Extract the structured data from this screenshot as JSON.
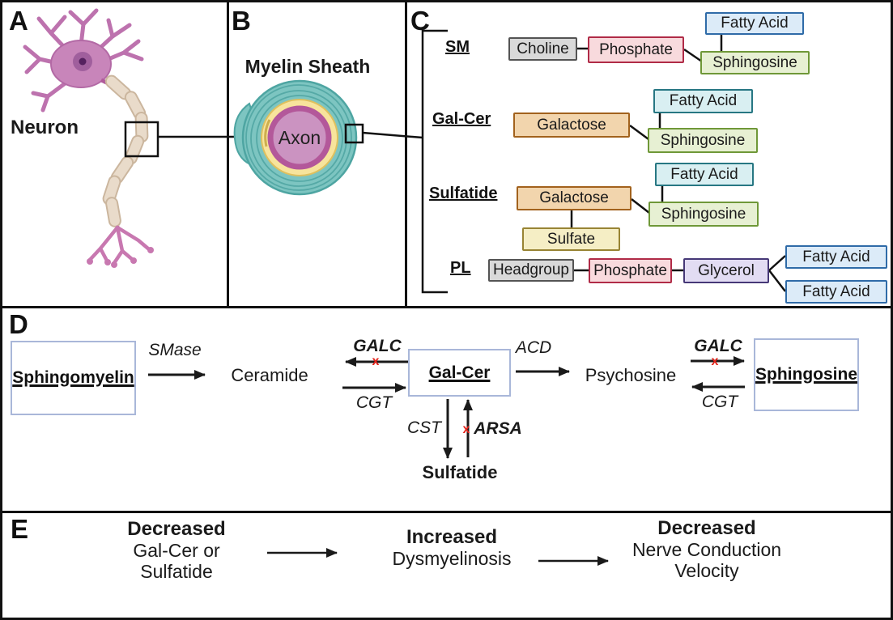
{
  "panel_a": {
    "label": "A",
    "caption": "Neuron"
  },
  "panel_b": {
    "label": "B",
    "title": "Myelin Sheath",
    "axon_label": "Axon"
  },
  "panel_c": {
    "label": "C",
    "groups": {
      "sm": "SM",
      "gal_cer": "Gal-Cer",
      "sulfatide": "Sulfatide",
      "pl": "PL"
    },
    "box_labels": {
      "choline": "Choline",
      "phosphate": "Phosphate",
      "fatty_acid": "Fatty Acid",
      "sphingosine": "Sphingosine",
      "galactose": "Galactose",
      "sulfate": "Sulfate",
      "headgroup": "Headgroup",
      "glycerol": "Glycerol"
    }
  },
  "panel_d": {
    "label": "D",
    "nodes": {
      "sphingomyelin": "Sphingomyelin",
      "ceramide": "Ceramide",
      "gal_cer": "Gal-Cer",
      "psychosine": "Psychosine",
      "sphingosine": "Sphingosine",
      "sulfatide": "Sulfatide"
    },
    "enzymes": {
      "smase": "SMase",
      "galc_left": "GALC",
      "cgt_left": "CGT",
      "acd": "ACD",
      "galc_right": "GALC",
      "cgt_right": "CGT",
      "cst": "CST",
      "arsa": "ARSA"
    },
    "blocked_marker": "x"
  },
  "panel_e": {
    "label": "E",
    "steps": [
      {
        "emphasis": "Decreased",
        "lines": [
          "Gal-Cer or",
          "Sulfatide"
        ]
      },
      {
        "emphasis": "Increased",
        "lines": [
          "Dysmyelinosis"
        ]
      },
      {
        "emphasis": "Decreased",
        "lines": [
          "Nerve Conduction",
          "Velocity"
        ]
      }
    ]
  },
  "colors": {
    "blocked_x_red": "#e2231a",
    "fatty_acid_blue_fill": "#dcebf8",
    "fatty_acid_blue_border": "#2f6ba8",
    "fatty_acid_teal_fill": "#d9eff2",
    "fatty_acid_teal_border": "#277783",
    "sphingosine_green_fill": "#e7f0d3",
    "sphingosine_green_border": "#6f9838",
    "choline_gray_fill": "#d9d9d9",
    "choline_gray_border": "#545454",
    "phosphate_pink_fill": "#f8dadd",
    "phosphate_pink_border": "#b02b47",
    "galactose_tan_fill": "#f2d5ad",
    "galactose_tan_border": "#a2621d",
    "sulfate_yellow_fill": "#f5eec5",
    "sulfate_yellow_border": "#988434",
    "glycerol_purple_fill": "#e2dcf3",
    "glycerol_purple_border": "#463877",
    "pathway_box_border": "#a9b7d9",
    "myelin_teal": "#7dc5c1",
    "myelin_ring_teal": "#4ea5a2",
    "myelin_yellow": "#f7e49c",
    "axon_fill": "#cb93c1",
    "axon_ring": "#b3589a",
    "neuron_body": "#c885ba"
  }
}
